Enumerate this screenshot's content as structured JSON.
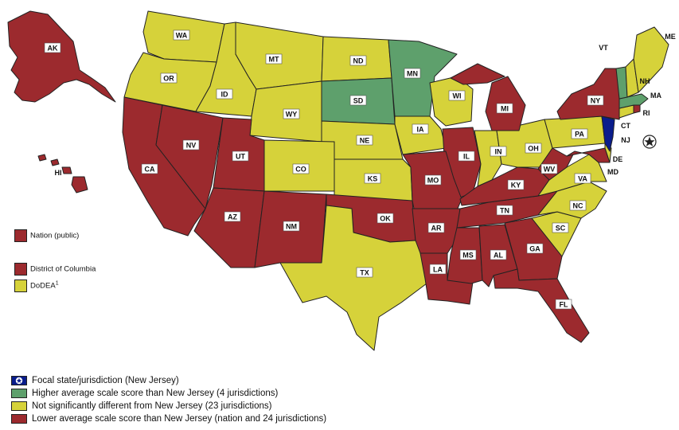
{
  "colors": {
    "focal": "#0a1d8c",
    "higher": "#5ea06c",
    "not_different": "#d6d23a",
    "lower": "#9c2a2e"
  },
  "states": [
    {
      "abbr": "AK",
      "status": "lower"
    },
    {
      "abbr": "HI",
      "status": "lower"
    },
    {
      "abbr": "WA",
      "status": "not_different"
    },
    {
      "abbr": "OR",
      "status": "not_different"
    },
    {
      "abbr": "ID",
      "status": "not_different"
    },
    {
      "abbr": "MT",
      "status": "not_different"
    },
    {
      "abbr": "WY",
      "status": "not_different"
    },
    {
      "abbr": "ND",
      "status": "not_different"
    },
    {
      "abbr": "SD",
      "status": "higher"
    },
    {
      "abbr": "MN",
      "status": "higher"
    },
    {
      "abbr": "NE",
      "status": "not_different"
    },
    {
      "abbr": "CO",
      "status": "not_different"
    },
    {
      "abbr": "KS",
      "status": "not_different"
    },
    {
      "abbr": "IA",
      "status": "not_different"
    },
    {
      "abbr": "WI",
      "status": "not_different"
    },
    {
      "abbr": "IN",
      "status": "not_different"
    },
    {
      "abbr": "OH",
      "status": "not_different"
    },
    {
      "abbr": "PA",
      "status": "not_different"
    },
    {
      "abbr": "VA",
      "status": "not_different"
    },
    {
      "abbr": "NC",
      "status": "not_different"
    },
    {
      "abbr": "SC",
      "status": "not_different"
    },
    {
      "abbr": "TX",
      "status": "not_different"
    },
    {
      "abbr": "ME",
      "status": "not_different"
    },
    {
      "abbr": "NH",
      "status": "not_different"
    },
    {
      "abbr": "VT",
      "status": "higher"
    },
    {
      "abbr": "MA",
      "status": "higher"
    },
    {
      "abbr": "CT",
      "status": "not_different"
    },
    {
      "abbr": "DE",
      "status": "not_different"
    },
    {
      "abbr": "CA",
      "status": "lower"
    },
    {
      "abbr": "NV",
      "status": "lower"
    },
    {
      "abbr": "UT",
      "status": "lower"
    },
    {
      "abbr": "AZ",
      "status": "lower"
    },
    {
      "abbr": "NM",
      "status": "lower"
    },
    {
      "abbr": "OK",
      "status": "lower"
    },
    {
      "abbr": "MO",
      "status": "lower"
    },
    {
      "abbr": "AR",
      "status": "lower"
    },
    {
      "abbr": "LA",
      "status": "lower"
    },
    {
      "abbr": "MS",
      "status": "lower"
    },
    {
      "abbr": "AL",
      "status": "lower"
    },
    {
      "abbr": "GA",
      "status": "lower"
    },
    {
      "abbr": "FL",
      "status": "lower"
    },
    {
      "abbr": "TN",
      "status": "lower"
    },
    {
      "abbr": "KY",
      "status": "lower"
    },
    {
      "abbr": "IL",
      "status": "lower"
    },
    {
      "abbr": "MI",
      "status": "lower"
    },
    {
      "abbr": "WV",
      "status": "lower"
    },
    {
      "abbr": "NY",
      "status": "lower"
    },
    {
      "abbr": "RI",
      "status": "lower"
    },
    {
      "abbr": "MD",
      "status": "lower"
    },
    {
      "abbr": "NJ",
      "status": "focal"
    }
  ],
  "side_legend": {
    "nation": "Nation (public)",
    "dc": "District of Columbia",
    "dodea": "DoDEA",
    "dodea_sup": "1"
  },
  "bottom_legend": [
    {
      "key": "focal",
      "label": "Focal state/jurisdiction (New Jersey)"
    },
    {
      "key": "higher",
      "label": "Higher average scale score than New Jersey (4 jurisdictions)"
    },
    {
      "key": "not_different",
      "label": "Not significantly different from New Jersey (23 jurisdictions)"
    },
    {
      "key": "lower",
      "label": "Lower average scale score than New Jersey (nation and 24 jurisdictions)"
    }
  ]
}
